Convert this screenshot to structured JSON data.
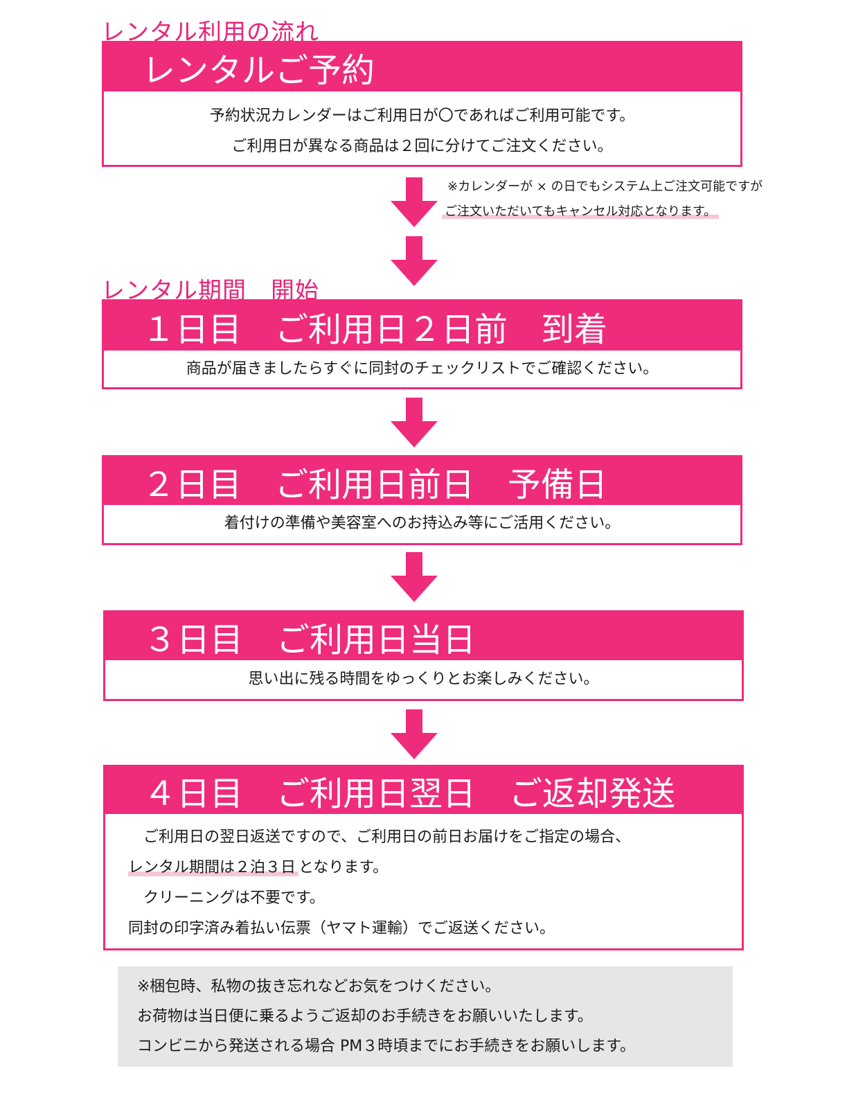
{
  "sections": {
    "flow_heading": "レンタル利用の流れ",
    "period_heading": "レンタル期間　開始"
  },
  "steps": {
    "reserve": {
      "title": "レンタルご予約",
      "lines": [
        "予約状況カレンダーはご利用日が〇であればご利用可能です。",
        "ご利用日が異なる商品は２回に分けてご注文ください。"
      ]
    },
    "day1": {
      "title": "１日目　ご利用日２日前　到着",
      "lines": [
        "商品が届きましたらすぐに同封のチェックリストでご確認ください。"
      ]
    },
    "day2": {
      "title": "２日目　ご利用日前日　予備日",
      "lines": [
        "着付けの準備や美容室へのお持込み等にご活用ください。"
      ]
    },
    "day3": {
      "title": "３日目　ご利用日当日",
      "lines": [
        "思い出に残る時間をゆっくりとお楽しみください。"
      ]
    },
    "day4": {
      "title": "４日目　ご利用日翌日　ご返却発送",
      "line1": "　ご利用日の翌日返送ですので、ご利用日の前日お届けをご指定の場合、",
      "line2_highlight": "レンタル期間は２泊３日",
      "line2_rest": "となります。",
      "line3": "　クリーニングは不要です。",
      "line4": "同封の印字済み着払い伝票（ヤマト運輸）でご返送ください。"
    }
  },
  "note": {
    "line1": "※カレンダーが × の日でもシステム上ご注文可能ですが",
    "line2": "ご注文いただいてもキャンセル対応となります。"
  },
  "footer": {
    "lines": [
      "※梱包時、私物の抜き忘れなどお気をつけください。",
      "お荷物は当日便に乗るようご返却のお手続きをお願いいたします。",
      "コンビニから発送される場合 PM３時頃までにお手続きをお願いします。"
    ]
  },
  "colors": {
    "accent": "#ef2b7c",
    "heading_text": "#e8257a",
    "highlight": "#f7c6d9",
    "footer_bg": "#e6e6e6"
  },
  "icons": {
    "arrow": "arrow-down-icon"
  }
}
